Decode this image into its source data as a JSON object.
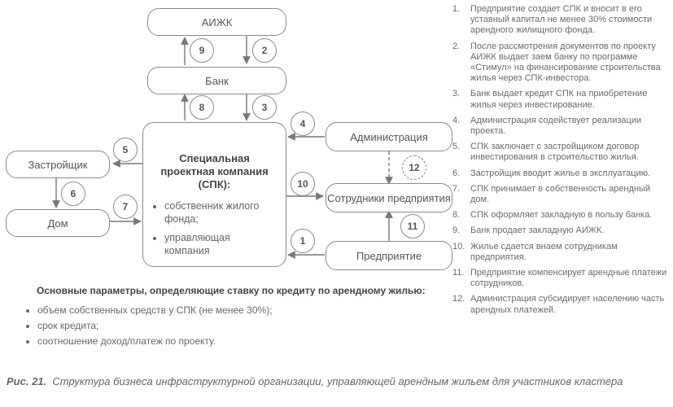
{
  "nodes": {
    "aizhk": "АИЖК",
    "bank": "Банк",
    "developer": "Застройщик",
    "house": "Дом",
    "administration": "Администрация",
    "employees": "Сотрудники предприятия",
    "enterprise": "Предприятие"
  },
  "spk": {
    "title": "Специальная проектная компания (СПК):",
    "items": [
      "собственник жилого фонда;",
      "управляющая компания"
    ]
  },
  "markers": [
    "1",
    "2",
    "3",
    "4",
    "5",
    "6",
    "7",
    "8",
    "9",
    "10",
    "11",
    "12"
  ],
  "params": {
    "title": "Основные параметры, определяющие ставку по кредиту по арендному жилью:",
    "items": [
      "объем собственных средств у СПК (не менее 30%);",
      "срок кредита;",
      "соотношение доход/платеж по проекту."
    ]
  },
  "steps": [
    {
      "num": "1.",
      "text": "Предприятие создает СПК и вносит в его уставный капитал не менее 30% стоимости арендного жилищного фонда."
    },
    {
      "num": "2.",
      "text": "После рассмотрения документов по проекту АИЖК выдает заем банку по программе «Стимул» на финансирование строительства жилья через СПК-инвестора."
    },
    {
      "num": "3.",
      "text": "Банк выдает кредит СПК на приобретение жилья через инвестирование."
    },
    {
      "num": "4.",
      "text": "Администрация содействует реализации проекта."
    },
    {
      "num": "5.",
      "text": "СПК заключает с застройщиком договор инвестирования в строительство жилья."
    },
    {
      "num": "6.",
      "text": "Застройщик вводит жилье в эксплуатацию."
    },
    {
      "num": "7.",
      "text": "СПК принимает в собственность арендный дом."
    },
    {
      "num": "8.",
      "text": "СПК оформляет закладную в пользу банка."
    },
    {
      "num": "9.",
      "text": "Банк продает закладную АИЖК."
    },
    {
      "num": "10.",
      "text": "Жилье сдается внаем сотрудникам предприятия."
    },
    {
      "num": "11.",
      "text": "Предприятие компенсирует арендные платежи сотрудников."
    },
    {
      "num": "12.",
      "text": "Администрация субсидирует населению часть арендных платежей."
    }
  ],
  "caption": {
    "label": "Рис. 21.",
    "text": "Структура бизнеса инфраструктурной организации, управляющей арендным жильем для участников кластера"
  }
}
